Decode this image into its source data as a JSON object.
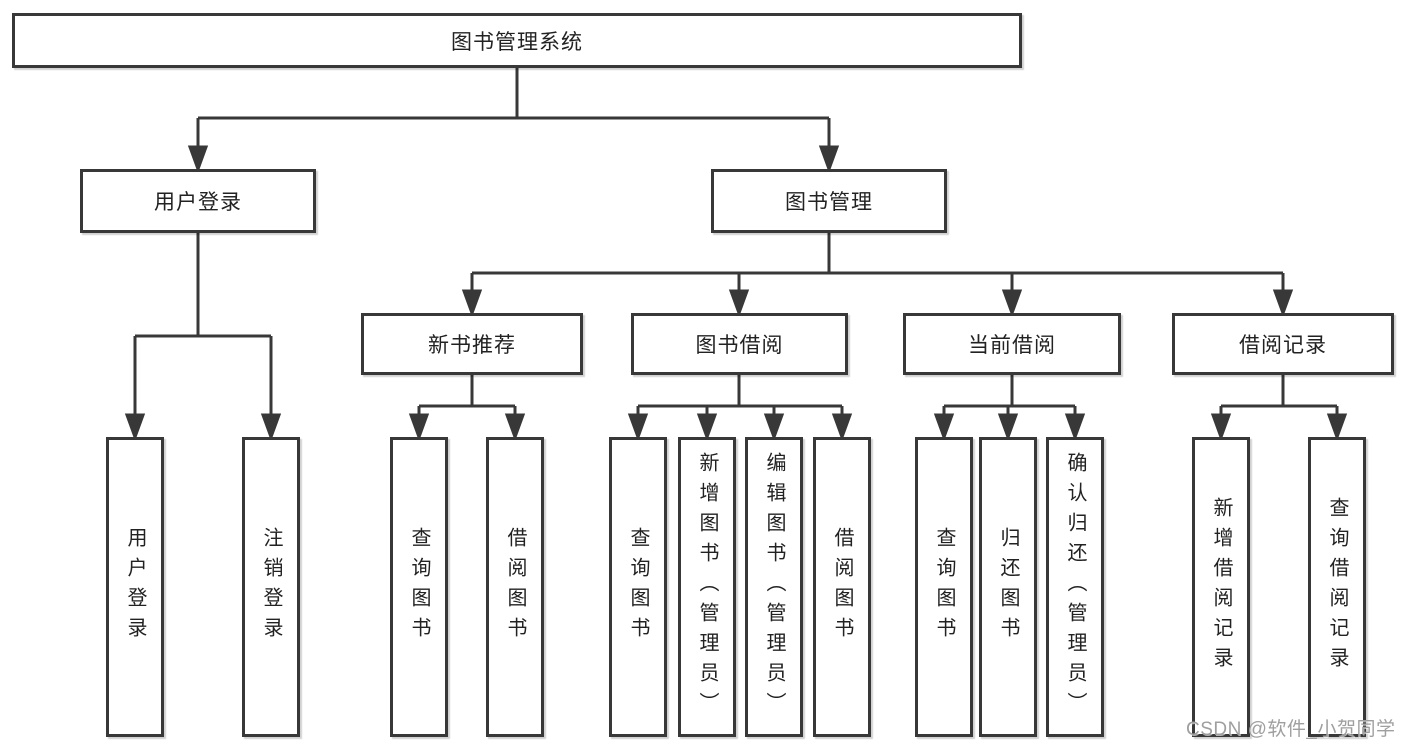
{
  "diagram": {
    "type": "tree",
    "root": {
      "label": "图书管理系统"
    },
    "level2": [
      {
        "label": "用户登录",
        "parent": "图书管理系统"
      },
      {
        "label": "图书管理",
        "parent": "图书管理系统"
      }
    ],
    "level3": [
      {
        "label": "新书推荐",
        "parent": "图书管理"
      },
      {
        "label": "图书借阅",
        "parent": "图书管理"
      },
      {
        "label": "当前借阅",
        "parent": "图书管理"
      },
      {
        "label": "借阅记录",
        "parent": "图书管理"
      }
    ],
    "leaves": [
      {
        "label": "用户登录",
        "parent": "用户登录"
      },
      {
        "label": "注销登录",
        "parent": "用户登录"
      },
      {
        "label": "查询图书",
        "parent": "新书推荐"
      },
      {
        "label": "借阅图书",
        "parent": "新书推荐"
      },
      {
        "label": "查询图书",
        "parent": "图书借阅"
      },
      {
        "label": "新增图书（管理员）",
        "parent": "图书借阅"
      },
      {
        "label": "编辑图书（管理员）",
        "parent": "图书借阅"
      },
      {
        "label": "借阅图书",
        "parent": "图书借阅"
      },
      {
        "label": "查询图书",
        "parent": "当前借阅"
      },
      {
        "label": "归还图书",
        "parent": "当前借阅"
      },
      {
        "label": "确认归还（管理员）",
        "parent": "当前借阅"
      },
      {
        "label": "新增借阅记录",
        "parent": "借阅记录"
      },
      {
        "label": "查询借阅记录",
        "parent": "借阅记录"
      }
    ]
  },
  "watermark": {
    "text": "CSDN @软件_小贺同学"
  },
  "colors": {
    "line": "#383838",
    "box_border": "#383838",
    "box_fill": "#ffffff",
    "text": "#222222",
    "watermark": "#9f9f9f",
    "background": "#ffffff"
  }
}
